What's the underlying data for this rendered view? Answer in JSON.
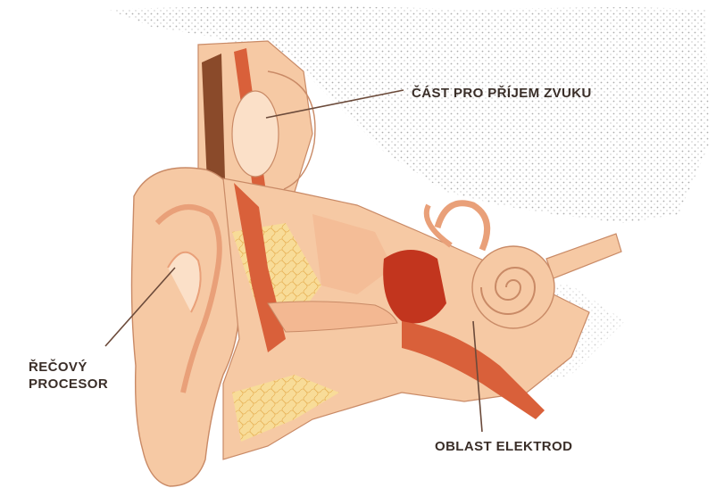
{
  "labels": {
    "receiver": "ČÁST PRO PŘÍJEM ZVUKU",
    "speech_processor_line1": "ŘEČOVÝ",
    "speech_processor_line2": "PROCESOR",
    "electrode_area": "OBLAST ELEKTROD"
  },
  "colors": {
    "skin": "#f6c9a4",
    "skin_dark": "#e9a079",
    "skin_light": "#fbe0c8",
    "canal": "#d9603a",
    "canal_dark": "#c2351e",
    "fat": "#f7d78c",
    "leader": "#6b4a3a",
    "dots": "#9a9a9a",
    "label_text": "#3a2e28"
  }
}
